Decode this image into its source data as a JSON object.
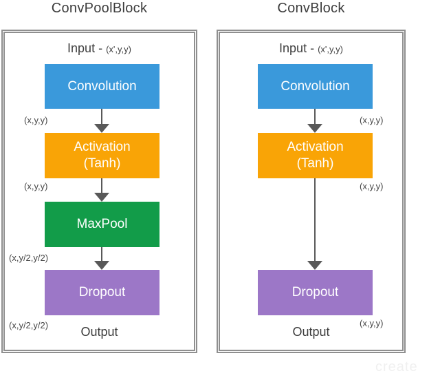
{
  "titles": {
    "left": "ConvPoolBlock",
    "right": "ConvBlock"
  },
  "panels": [
    {
      "title": "ConvPoolBlock",
      "input_label": "Input -",
      "input_dims": "(x',y,y)",
      "nodes": [
        {
          "name": "convolution",
          "label": "Convolution",
          "color": "#3a99db"
        },
        {
          "name": "activation",
          "label": "Activation",
          "sublabel": "(Tanh)",
          "color": "#f9a406"
        },
        {
          "name": "maxpool",
          "label": "MaxPool",
          "color": "#129c49"
        },
        {
          "name": "dropout",
          "label": "Dropout",
          "color": "#9c77c7"
        }
      ],
      "dim_labels": [
        "(x,y,y)",
        "(x,y,y)",
        "(x,y/2,y/2)",
        "(x,y/2,y/2)"
      ],
      "output_label": "Output"
    },
    {
      "title": "ConvBlock",
      "input_label": "Input -",
      "input_dims": "(x',y,y)",
      "nodes": [
        {
          "name": "convolution",
          "label": "Convolution",
          "color": "#3a99db"
        },
        {
          "name": "activation",
          "label": "Activation",
          "sublabel": "(Tanh)",
          "color": "#f9a406"
        },
        {
          "name": "dropout",
          "label": "Dropout",
          "color": "#9c77c7"
        }
      ],
      "dim_labels": [
        "(x,y,y)",
        "(x,y,y)",
        "(x,y,y)"
      ],
      "output_label": "Output"
    }
  ],
  "colors": {
    "blue": "#3a99db",
    "orange": "#f9a406",
    "green": "#129c49",
    "purple": "#9c77c7",
    "arrow": "#595959",
    "text": "#3c3c3c",
    "panel_border": "#8f8f8f",
    "watermark": "#f0f0f0"
  },
  "watermark": "create"
}
